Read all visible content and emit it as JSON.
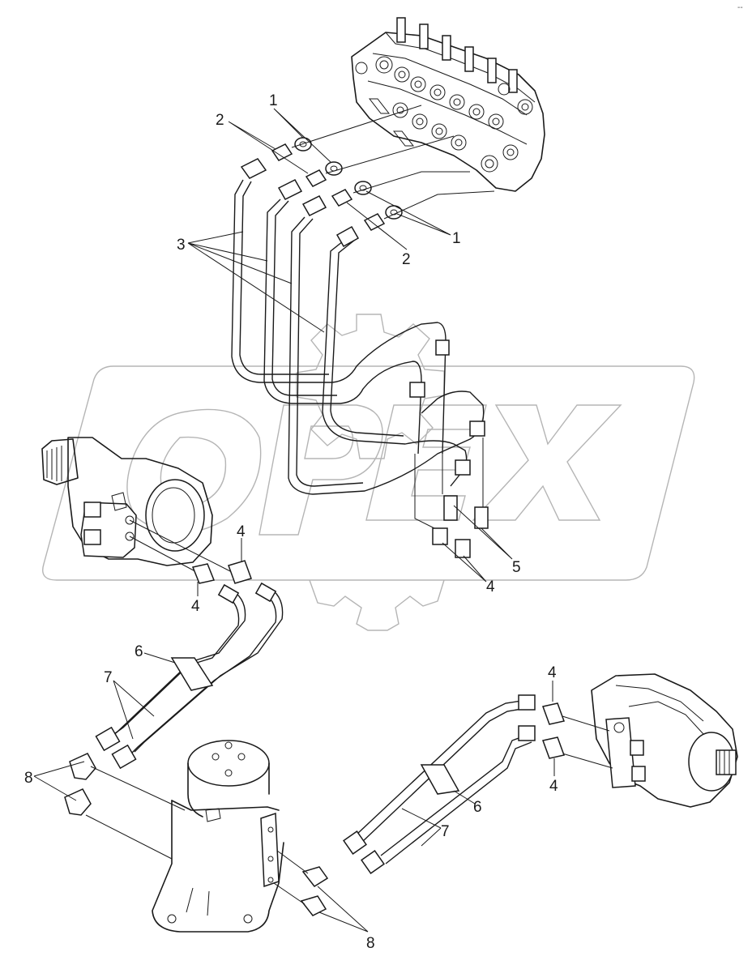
{
  "diagram": {
    "watermark_text": "OPEX",
    "corner_mark": "--",
    "callouts": {
      "c1a": "1",
      "c1b": "1",
      "c2a": "2",
      "c2b": "2",
      "c3": "3",
      "c4a": "4",
      "c4b": "4",
      "c4c": "4",
      "c4d": "4",
      "c4e": "4",
      "c5": "5",
      "c6a": "6",
      "c6b": "6",
      "c7a": "7",
      "c7b": "7",
      "c8a": "8",
      "c8b": "8"
    }
  }
}
